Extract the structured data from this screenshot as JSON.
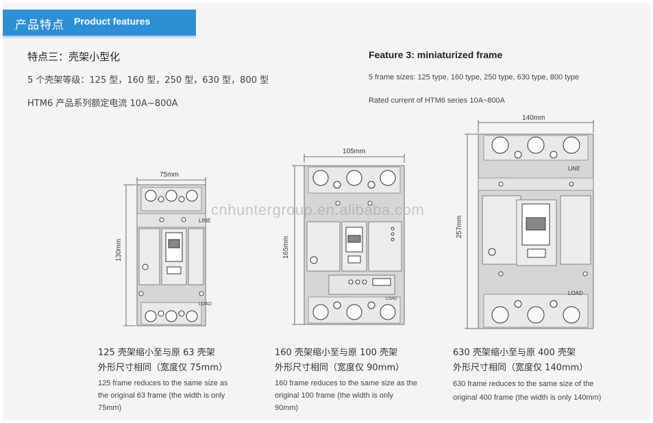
{
  "banner": {
    "cn": "产品特点",
    "en": "Product features"
  },
  "feature": {
    "title_cn": "特点三：壳架小型化",
    "title_en": "Feature 3: miniaturized frame",
    "sizes_cn": "5 个壳架等级：125 型，160 型，250 型，630 型，800 型",
    "sizes_en": "5 frame sizes: 125 type, 160 type, 250 type, 630 type, 800 type",
    "current_cn": "HTM6 产品系列额定电流 10A~800A",
    "current_en": "Rated current of HTM6 series 10A~800A"
  },
  "products": [
    {
      "width_label": "75mm",
      "height_label": "130mm",
      "line_label": "LINE",
      "load_label": "LOAD",
      "caption_cn_1": "125 壳架缩小至与原 63 壳架",
      "caption_cn_2": "外形尺寸相同（宽度仅 75mm）",
      "caption_en": "125 frame reduces to the same size as the original 63 frame (the width is only 75mm)"
    },
    {
      "width_label": "105mm",
      "height_label": "165mm",
      "line_label": "",
      "load_label": "LOAD",
      "caption_cn_1": "160 壳架缩小至与原 100 壳架",
      "caption_cn_2": "外形尺寸相同（宽度仅 90mm）",
      "caption_en": "160 frame reduces to the same size as the original 100 frame (the width is only 90mm)"
    },
    {
      "width_label": "140mm",
      "height_label": "257mm",
      "line_label": "LINE",
      "load_label": "LOAD",
      "caption_cn_1": "630 壳架缩小至与原 400 壳架",
      "caption_cn_2": "外形尺寸相同（宽度仅 140mm）",
      "caption_en": "630 frame reduces to the same size of the original 400 frame (the width is only 140mm)"
    }
  ],
  "watermark": "cnhuntergroup.en.alibaba.com",
  "colors": {
    "banner": "#2f8fd5",
    "body_bg": "#f4f4f4",
    "device_body": "#dcdcdc",
    "device_panel": "#ececec"
  }
}
